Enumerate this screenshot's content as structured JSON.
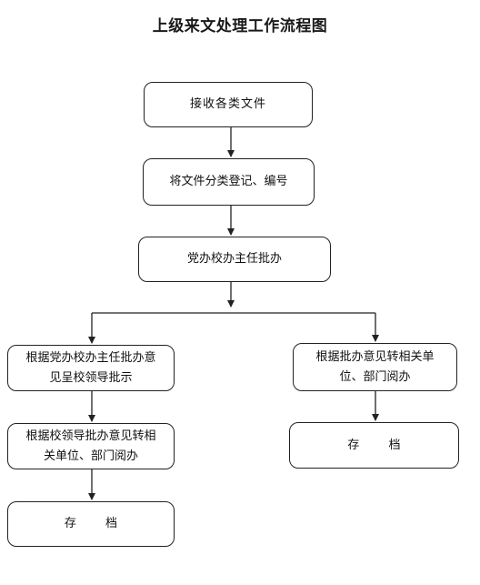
{
  "title": "上级来文处理工作流程图",
  "nodes": {
    "receive": "接收各类文件",
    "classify": "将文件分类登记、编号",
    "approve": "党办校办主任批办",
    "left_submit": "根据党办校办主任批办意见呈校领导批示",
    "left_forward": "根据校领导批办意见转相关单位、部门阅办",
    "left_archive": "存 档",
    "right_forward": "根据批办意见转相关单位、部门阅办",
    "right_archive": "存 档"
  }
}
